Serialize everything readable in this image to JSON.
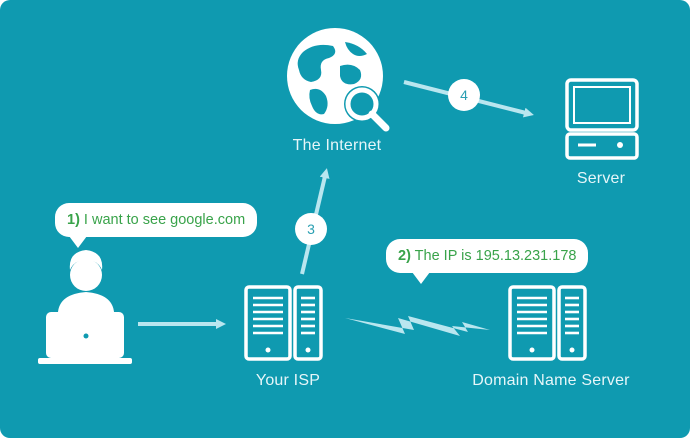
{
  "labels": {
    "internet": "The Internet",
    "server": "Server",
    "isp": "Your ISP",
    "dns": "Domain Name Server"
  },
  "bubbles": {
    "request": {
      "num": "1)",
      "text": " I want to see google.com"
    },
    "response": {
      "num": "2)",
      "text": " The IP is 195.13.231.178"
    }
  },
  "steps": {
    "three": "3",
    "four": "4"
  },
  "colors": {
    "background": "#0f9ab0",
    "foreground": "#ffffff",
    "arrow": "#b9e6ef",
    "bubble_text": "#39a34a",
    "step_text": "#2a9fb2"
  },
  "icons": [
    "globe-search-icon",
    "server-computer-icon",
    "user-laptop-icon",
    "isp-server-icon",
    "dns-server-icon",
    "lightning-bolt-icon"
  ]
}
